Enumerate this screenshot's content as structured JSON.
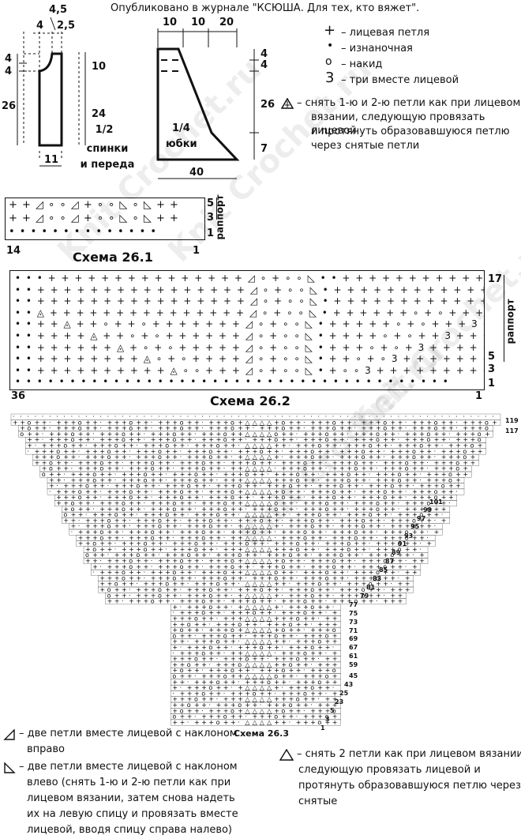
{
  "header": "Опубликовано в журнале \"КСЮША. Для тех, кто вяжет\".",
  "watermarks": [
    "Knit Crochet.ru",
    "Knit Crochet.ru",
    "Knit Crochet.ru",
    "Knit Crochet.ru"
  ],
  "front_back": {
    "dims": {
      "top_total": "4,5",
      "top_left": "4",
      "top_right": "2,5",
      "left_a": "4",
      "left_b": "4",
      "left_total": "26",
      "right_top": "10",
      "right_bottom": "24",
      "bottom": "11"
    },
    "label": [
      "1/2",
      "спинки",
      "и переда"
    ]
  },
  "skirt": {
    "dims": {
      "top_a": "10",
      "top_b": "10",
      "top_c": "20",
      "right_a": "4",
      "right_b": "4",
      "right_total": "26",
      "right_bottom": "7",
      "bottom": "40"
    },
    "label": [
      "1/4",
      "юбки"
    ]
  },
  "legend": {
    "knit": "– лицевая петля",
    "purl": "– изнаночная",
    "yarnover": "– накид",
    "three_tog_symbol": "3",
    "three_tog": "– три вместе лицевой",
    "slip_two": [
      "– снять 1-ю и 2-ю петли как при лицевом",
      "вязании, следующую провязать лицевой",
      "и протянуть образовавшуюся петлю",
      "через снятые петли"
    ]
  },
  "scheme1": {
    "title": "Схема 26.1",
    "rows": [
      "+ + ◿ ∘ ∘ ◿ + ∘ ∘ ◺ ∘ ◺ + +",
      "+ + ◿ ∘ ∘ ◿ + ∘ ∘ ◺ ∘ ◺ + +",
      "• • • • • • • • • • • • • •"
    ],
    "row_nums": [
      "5",
      "3",
      "1"
    ],
    "col_left": "14",
    "col_right": "1",
    "rapport": "раппорт"
  },
  "scheme2": {
    "title": "Схема 26.2",
    "rows": [
      "• • • + + + + + + + + + + + + + + + ◿ ∘ + ∘ ∘ ◺ • • + + + + + + + + + + + + + + • •",
      "• • + + + + + + + + + + + + + + + + ◿ ∘ + ∘ ∘ ◺ • + + + + + + + + + + + + + + + •",
      "• • + + + + + + + + + + + + + + + + ◿ ∘ + ∘ ∘ ◺ • + + + + + + + + + + + + + + + •",
      "• • ◬ + + + + + + + + + + + + + + + ◿ ∘ + ∘ ∘ ◺ • + + + + + + ∘ + ∘ + + + + 3 •",
      "• • + + ◬ + + ∘ + + ∘ + + + + + + + ◿ ∘ + ∘ ∘ ◺ • + + + + + ∘ + ∘ + + + 3 + •",
      "• • + + + + ◬ + + ∘ + ∘ + + + + + + ◿ ∘ + ∘ ∘ ◺ • + + + + ∘ + ∘ + + 3 + + + •",
      "• • + + + + + + ◬ + ∘ + ∘ + + + + + ◿ ∘ + ∘ ∘ ◺ • + + + ∘ + ∘ + 3 + + + + + •",
      "• • + + + + + + + + ◬ ∘ + ∘ + + + + ◿ ∘ + ∘ ∘ ◺ • + + ∘ + ∘ 3 + + + + + + + •",
      "• • + + + + + + + + + + ◬ ∘ ∘ + + + ◿ ∘ + ∘ ∘ ◺ • + ∘ ∘ 3 + + + + + + + + + •",
      "• • • • • • • • • • • • • • • • • • • • • • • • • • • • • • • • • • • • • • • •"
    ],
    "row_nums": [
      "17",
      "5",
      "3",
      "1"
    ],
    "col_left": "36",
    "col_right": "1",
    "rapport": "раппорт"
  },
  "scheme3": {
    "title": "Схема 26.3",
    "row_nums": [
      "119",
      "117",
      "101",
      "99",
      "97",
      "95",
      "93",
      "91",
      "89",
      "87",
      "85",
      "83",
      "81",
      "79",
      "77",
      "75",
      "73",
      "71",
      "69",
      "67",
      "61",
      "59",
      "45",
      "43",
      "25",
      "23",
      "5",
      "3",
      "1"
    ]
  },
  "bottom_legend": {
    "left_dec": [
      "– две петли вместе лицевой с наклоном",
      "вправо"
    ],
    "right_dec": [
      "– две петли вместе лицевой с наклоном",
      "влево (снять 1-ю и 2-ю петли как при",
      "лицевом вязании, затем снова надеть",
      "их на левую спицу и провязать вместе",
      "лицевой, вводя спицу справа налево)"
    ],
    "slip_two": [
      "– снять 2 петли как при лицевом вязании,",
      "следующую провязать лицевой и",
      "протянуть образовавшуюся петлю через",
      "снятые"
    ]
  }
}
